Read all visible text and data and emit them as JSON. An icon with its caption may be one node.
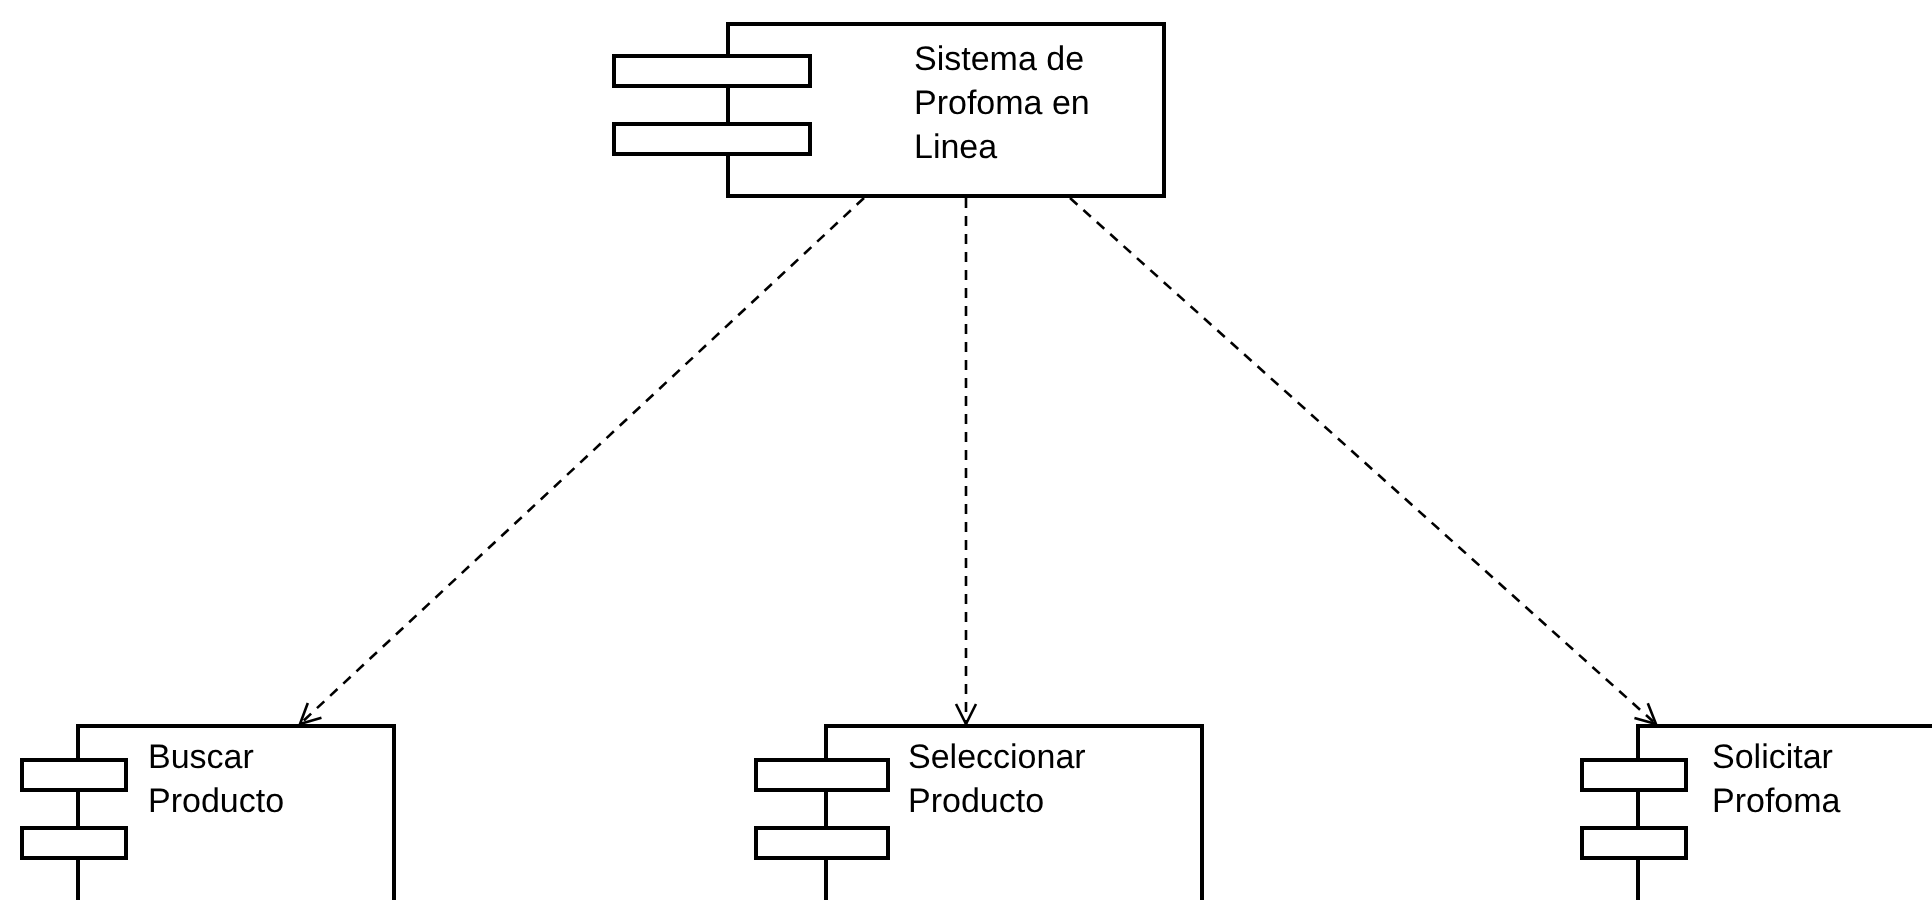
{
  "diagram": {
    "nodes": [
      {
        "text": [
          "Sistema de Profoma en Linea"
        ]
      },
      {
        "text": [
          "Buscar Producto"
        ]
      },
      {
        "text": [
          "Seleccionar Producto"
        ]
      },
      {
        "text": [
          "Solicitar Profoma"
        ]
      }
    ],
    "edges": [
      {
        "from": 0,
        "to": 1,
        "arrow": "to",
        "style": "dashed"
      },
      {
        "from": 0,
        "to": 2,
        "arrow": "to",
        "style": "dashed"
      },
      {
        "from": 0,
        "to": 3,
        "arrow": "to",
        "style": "dashed"
      }
    ]
  }
}
